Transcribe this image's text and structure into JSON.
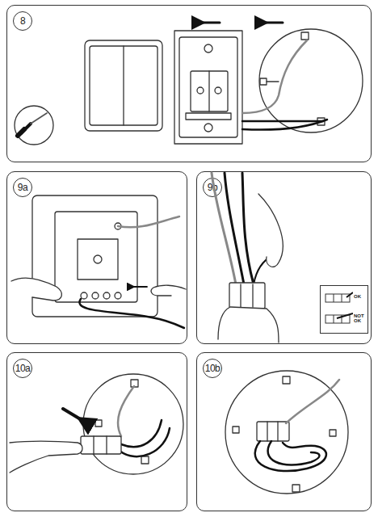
{
  "diagram": {
    "nodes": [
      {
        "text": [
          "8"
        ]
      },
      {
        "text": [
          "9a"
        ]
      },
      {
        "text": [
          "9b"
        ]
      },
      {
        "text": [
          "10a"
        ]
      },
      {
        "text": [
          "10b"
        ]
      },
      {
        "text": [
          "OK",
          "NOT OK"
        ],
        "in": 2
      }
    ]
  }
}
